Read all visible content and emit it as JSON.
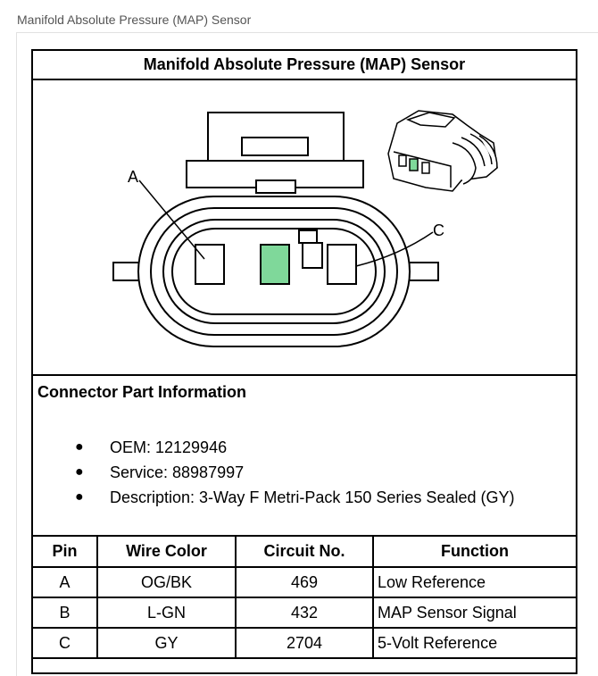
{
  "caption": "Manifold Absolute Pressure (MAP) Sensor",
  "document": {
    "title": "Manifold Absolute Pressure (MAP) Sensor",
    "figure": {
      "pin_labels": [
        "A",
        "C"
      ],
      "highlight_color": "#7fd89a"
    },
    "connector_info": {
      "title": "Connector Part Information",
      "items": [
        "OEM: 12129946",
        "Service: 88987997",
        "Description: 3-Way F Metri-Pack 150 Series Sealed (GY)"
      ]
    },
    "pin_table": {
      "headers": [
        "Pin",
        "Wire Color",
        "Circuit No.",
        "Function"
      ],
      "rows": [
        [
          "A",
          "OG/BK",
          "469",
          "Low Reference"
        ],
        [
          "B",
          "L-GN",
          "432",
          "MAP Sensor Signal"
        ],
        [
          "C",
          "GY",
          "2704",
          "5-Volt Reference"
        ]
      ]
    }
  }
}
